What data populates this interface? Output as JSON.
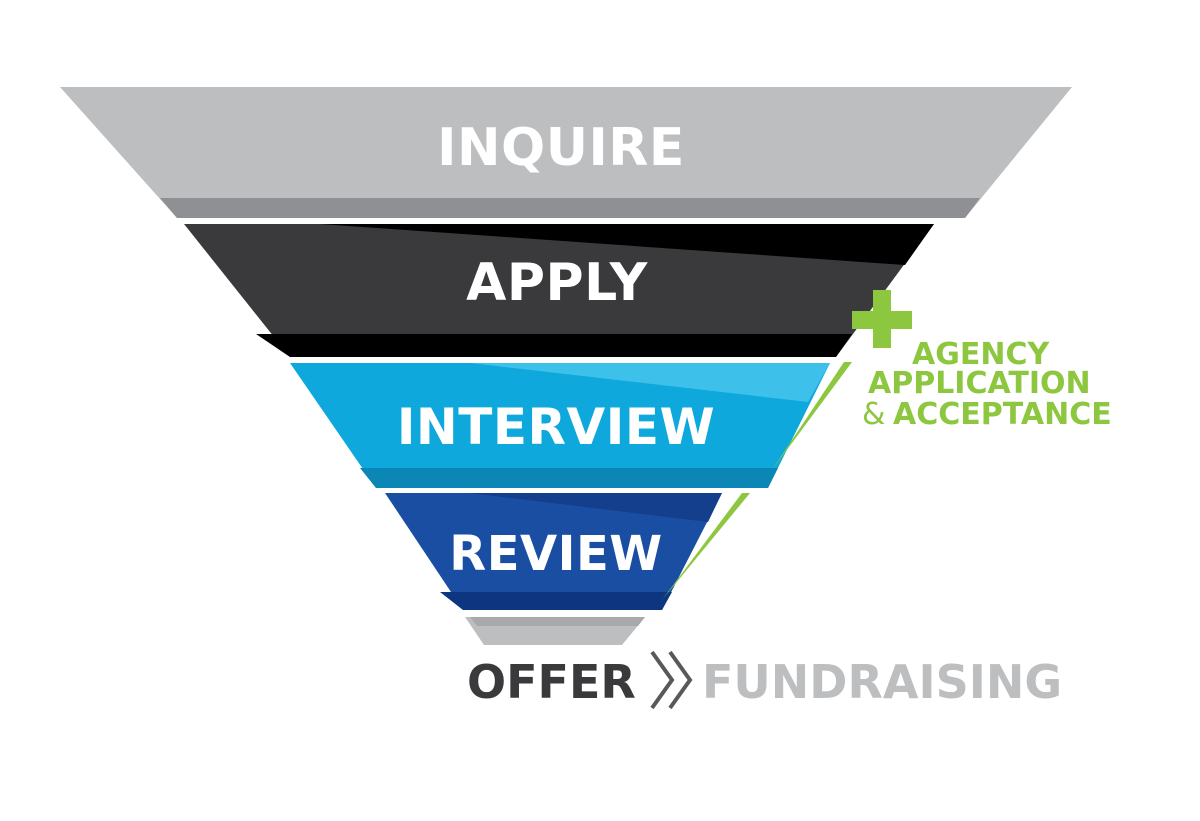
{
  "stages": [
    {
      "label": "INQUIRE",
      "color": "#bcbec0",
      "shadow": "#8e9093"
    },
    {
      "label": "APPLY",
      "color": "#3a3a3c",
      "shadow": "#111111"
    },
    {
      "label": "INTERVIEW",
      "color": "#0fa8dc",
      "shadow": "#0b86b5"
    },
    {
      "label": "REVIEW",
      "color": "#1a4ea3",
      "shadow": "#0d3580"
    },
    {
      "label": "",
      "color": "#bcbec0",
      "shadow": "#8e9093"
    }
  ],
  "addon": {
    "plus": "+",
    "line1": "AGENCY",
    "line2": "APPLICATION",
    "ampersand": "&",
    "line3": "ACCEPTANCE",
    "color": "#8dc63f"
  },
  "footer": {
    "offer": "OFFER",
    "fundraising": "FUNDRAISING",
    "offer_color": "#3a3a3c",
    "fundraising_color": "#bcbec0"
  }
}
